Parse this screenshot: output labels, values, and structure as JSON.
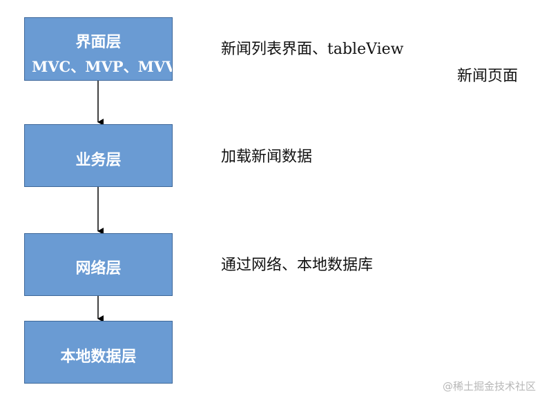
{
  "layers": {
    "ui": {
      "label": "界面层",
      "sub": "MVC、MVP、MVVM"
    },
    "business": {
      "label": "业务层"
    },
    "network": {
      "label": "网络层"
    },
    "local": {
      "label": "本地数据层"
    }
  },
  "notes": {
    "ui_list": "新闻列表界面、tableView",
    "ui_page": "新闻页面",
    "business": "加载新闻数据",
    "network": "通过网络、本地数据库"
  },
  "watermark": "@稀土掘金技术社区",
  "colors": {
    "box_fill": "#6a9bd3",
    "box_border": "#3d6799",
    "text": "#111111"
  }
}
